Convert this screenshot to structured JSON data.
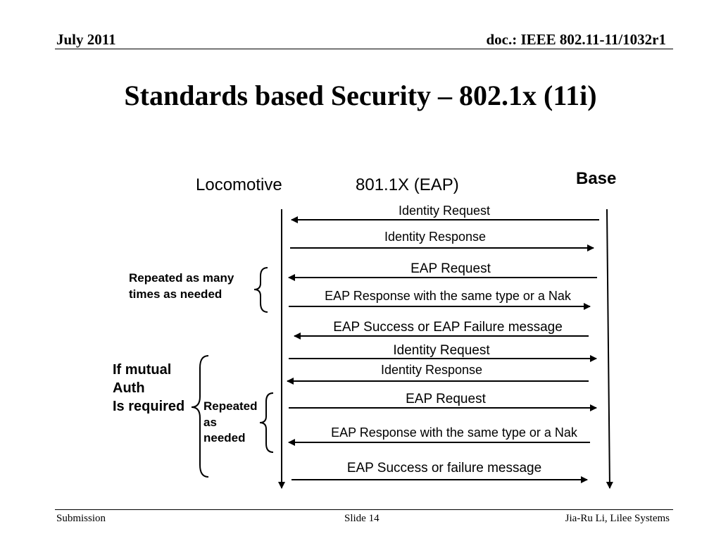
{
  "header": {
    "date": "July 2011",
    "doc": "doc.: IEEE 802.11-11/1032r1"
  },
  "title": "Standards based Security – 802.1x (11i)",
  "diagram": {
    "left_party": "Locomotive",
    "protocol": "801.1X (EAP)",
    "right_party": "Base",
    "messages": [
      {
        "label": "Identity Request",
        "direction": "left"
      },
      {
        "label": "Identity Response",
        "direction": "right"
      },
      {
        "label": "EAP Request",
        "direction": "left"
      },
      {
        "label": "EAP Response with the same type or a Nak",
        "direction": "right"
      },
      {
        "label": "EAP Success or EAP Failure message",
        "direction": "left"
      },
      {
        "label": "Identity Request",
        "direction": "right"
      },
      {
        "label": "Identity Response",
        "direction": "left"
      },
      {
        "label": "EAP Request",
        "direction": "right"
      },
      {
        "label": "EAP Response with the same type or a Nak",
        "direction": "left"
      },
      {
        "label": "EAP Success or failure message",
        "direction": "right"
      }
    ],
    "brace_repeated_many": [
      "Repeated as many",
      "times as needed"
    ],
    "brace_mutual_auth": [
      "If mutual",
      "Auth",
      "Is required"
    ],
    "brace_repeated_needed": [
      "Repeated",
      "as",
      "needed"
    ]
  },
  "footer": {
    "left": "Submission",
    "center": "Slide 14",
    "right": "Jia-Ru Li, Lilee Systems"
  }
}
